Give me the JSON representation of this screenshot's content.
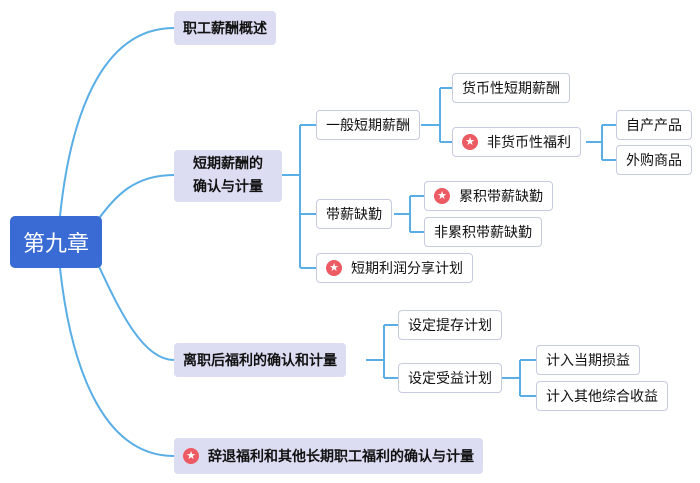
{
  "root": {
    "label": "第九章"
  },
  "branches": {
    "overview": {
      "label": "职工薪酬概述"
    },
    "short_term": {
      "line1": "短期薪酬的",
      "line2": "确认与计量",
      "general": {
        "label": "一般短期薪酬",
        "monetary": "货币性短期薪酬",
        "non_monetary": {
          "label": "非货币性福利",
          "self_produced": "自产产品",
          "purchased": "外购商品"
        }
      },
      "paid_absence": {
        "label": "带薪缺勤",
        "accumulating": "累积带薪缺勤",
        "non_accumulating": "非累积带薪缺勤"
      },
      "profit_sharing": "短期利润分享计划"
    },
    "post_employment": {
      "label": "离职后福利的确认和计量",
      "defined_contribution": "设定提存计划",
      "defined_benefit": {
        "label": "设定受益计划",
        "to_profit_loss": "计入当期损益",
        "to_oci": "计入其他综合收益"
      }
    },
    "termination": {
      "label": "辞退福利和其他长期职工福利的确认与计量"
    }
  },
  "colors": {
    "root": "#3a6ad4",
    "level1": "#dcdcf2",
    "connector": "#5aaee6",
    "star": "#ec5a63"
  },
  "icons": {
    "star": "star-icon"
  }
}
